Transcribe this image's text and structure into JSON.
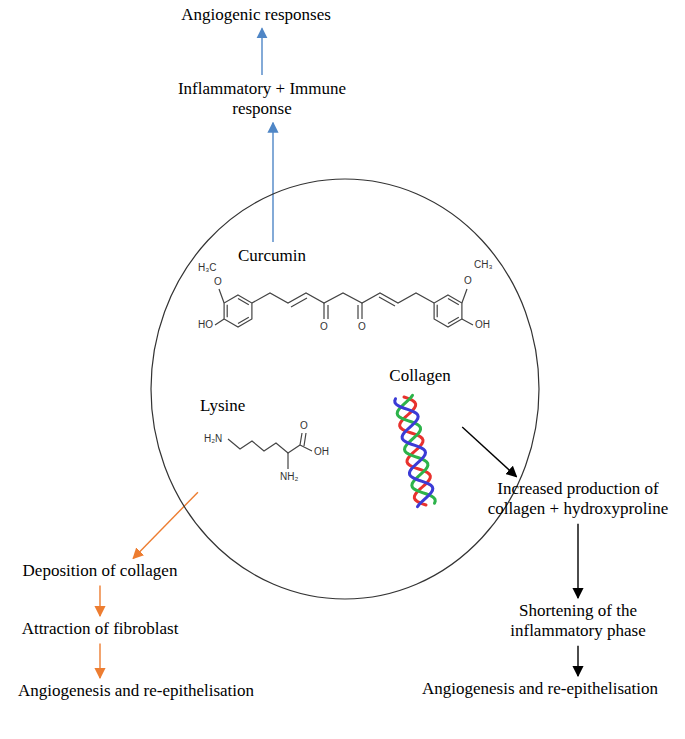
{
  "diagram": {
    "nodes": [
      {
        "text": []
      },
      {
        "text": [
          "Curcumin"
        ],
        "in": 0
      },
      {
        "text": [
          "Lysine"
        ],
        "in": 0
      },
      {
        "text": [
          "Collagen"
        ],
        "in": 0
      },
      {
        "text": [
          "Inflammatory + Immune response"
        ]
      },
      {
        "text": [
          "Angiogenic responses"
        ]
      },
      {
        "text": [
          "Increased production of collagen + hydroxyproline"
        ]
      },
      {
        "text": [
          "Shortening of the inflammatory phase"
        ]
      },
      {
        "text": [
          "Angiogenesis and re-epithelisation"
        ]
      },
      {
        "text": [
          "Deposition of collagen"
        ]
      },
      {
        "text": [
          "Attraction of fibroblast"
        ]
      },
      {
        "text": [
          "Angiogenesis and re-epithelisation"
        ]
      }
    ],
    "edges": [
      {
        "from": 1,
        "to": 4,
        "arrow": "to"
      },
      {
        "from": 4,
        "to": 5,
        "arrow": "to"
      },
      {
        "from": 3,
        "to": 6,
        "arrow": "to"
      },
      {
        "from": 6,
        "to": 7,
        "arrow": "to"
      },
      {
        "from": 7,
        "to": 8,
        "arrow": "to"
      },
      {
        "from": 2,
        "to": 9,
        "arrow": "to"
      },
      {
        "from": 9,
        "to": 10,
        "arrow": "to"
      },
      {
        "from": 10,
        "to": 11,
        "arrow": "to"
      }
    ],
    "labels": [
      "H₃C",
      "O",
      "HO",
      "O",
      "O",
      "O",
      "CH₃",
      "OH",
      "H₂N",
      "O",
      "OH",
      "NH₂"
    ]
  }
}
